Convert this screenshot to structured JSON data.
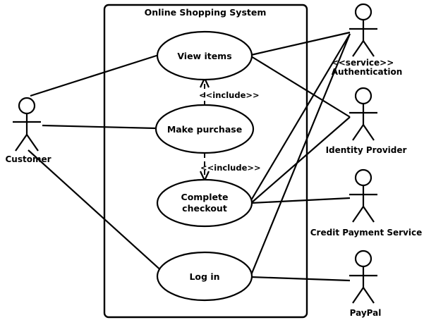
{
  "system": {
    "title": "Online Shopping System"
  },
  "use_cases": {
    "view_items": [
      "View items"
    ],
    "make_purchase": [
      "Make purchase"
    ],
    "complete_checkout": [
      "Complete",
      "checkout"
    ],
    "log_in": [
      "Log in"
    ]
  },
  "actors": {
    "customer": [
      "Customer"
    ],
    "authentication": [
      "<<service>>",
      "Authentication"
    ],
    "identity_provider": [
      "Identity Provider"
    ],
    "credit_payment": [
      "Credit Payment Service"
    ],
    "paypal": [
      "PayPal"
    ]
  },
  "relations": {
    "include_top": "<<include>>",
    "include_bottom": "<<include>>"
  }
}
